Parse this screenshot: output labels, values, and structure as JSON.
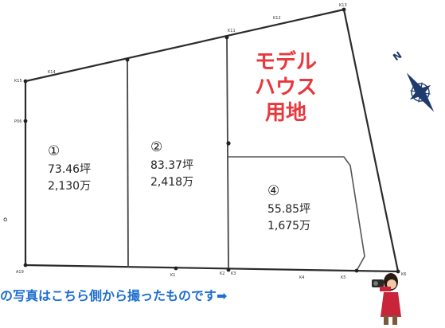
{
  "lots": [
    {
      "number": "①",
      "area": "73.46坪",
      "price": "2,130万"
    },
    {
      "number": "②",
      "area": "83.37坪",
      "price": "2,418万"
    },
    {
      "number": "④",
      "area": "55.85坪",
      "price": "1,675万"
    }
  ],
  "model_house": {
    "line1": "モデル",
    "line2": "ハウス",
    "line3": "用地"
  },
  "caption": "の写真はこちら側から撮ったものです➡",
  "compass_label": "N",
  "stray_mark": "。",
  "survey_points": [
    "K13",
    "K12",
    "K11",
    "K14",
    "K15",
    "P06",
    "A19",
    "K1",
    "K2",
    "K3",
    "K4",
    "K5",
    "K6"
  ],
  "colors": {
    "model_label": "#e8383d",
    "caption": "#1e6fd0",
    "compass": "#1f3a6d",
    "boundary": "#2b2b2b"
  }
}
